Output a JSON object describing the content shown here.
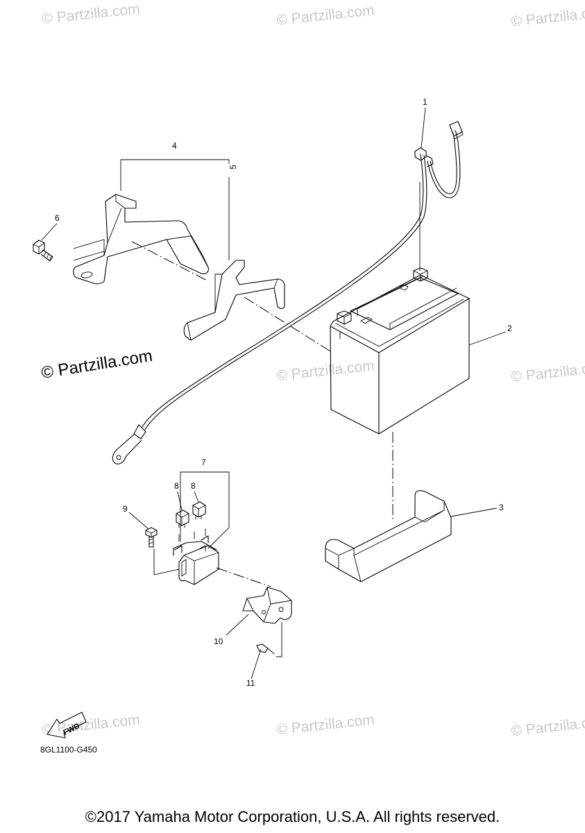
{
  "watermark": "© Partzilla.com",
  "callouts": [
    {
      "id": "1",
      "text": "1"
    },
    {
      "id": "2",
      "text": "2"
    },
    {
      "id": "3",
      "text": "3"
    },
    {
      "id": "4",
      "text": "4"
    },
    {
      "id": "5",
      "text": "5"
    },
    {
      "id": "6",
      "text": "6"
    },
    {
      "id": "7",
      "text": "7"
    },
    {
      "id": "8a",
      "text": "8"
    },
    {
      "id": "8b",
      "text": "8"
    },
    {
      "id": "9",
      "text": "9"
    },
    {
      "id": "10",
      "text": "10"
    },
    {
      "id": "11",
      "text": "11"
    }
  ],
  "fwd_label": "FWD",
  "drawing_code": "8GL1100-G450",
  "footer": "©2017 Yamaha Motor Corporation, U.S.A. All rights reserved.",
  "colors": {
    "line": "#000000",
    "watermark": "#c8c8c8",
    "background": "#ffffff"
  }
}
